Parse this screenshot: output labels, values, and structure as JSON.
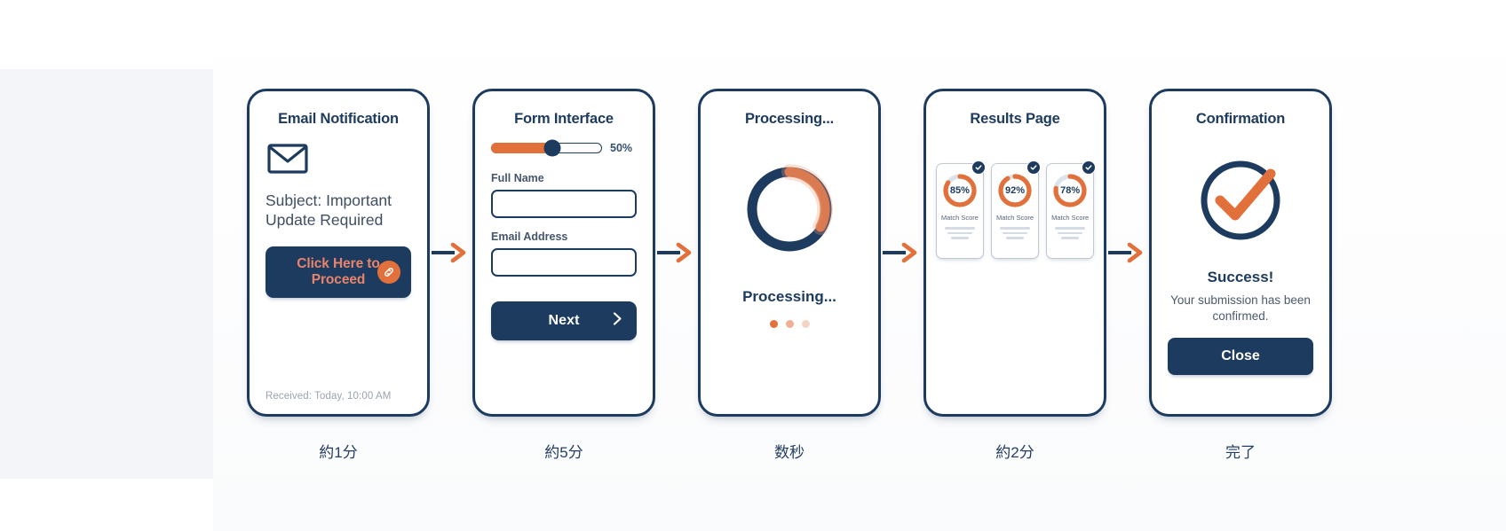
{
  "theme": {
    "navy": "#1d3a5f",
    "orange": "#e2703a",
    "salmon": "#e8846b",
    "panel_bg": "#f3f5f9",
    "page_bg": "#ffffff"
  },
  "steps": [
    {
      "title": "Email Notification",
      "duration": "約1分",
      "icon": "envelope-icon",
      "subject": "Subject: Important Update Required",
      "cta_label": "Click Here to Proceed",
      "cta_icon": "link-icon",
      "received": "Received: Today, 10:00 AM"
    },
    {
      "title": "Form Interface",
      "duration": "約5分",
      "progress_percent": "50%",
      "progress_value": 50,
      "fields": [
        {
          "label": "Full Name",
          "value": "",
          "placeholder": ""
        },
        {
          "label": "Email Address",
          "value": "",
          "placeholder": ""
        }
      ],
      "next_label": "Next",
      "next_icon": "chevron-right-icon"
    },
    {
      "title": "Processing...",
      "duration": "数秒",
      "status_text": "Processing...",
      "spinner_icon": "loading-spinner-icon",
      "dots": 3
    },
    {
      "title": "Results Page",
      "duration": "約2分",
      "results": [
        {
          "score": "85%",
          "value": 85,
          "label": "Match Score",
          "badge_icon": "check-badge-icon"
        },
        {
          "score": "92%",
          "value": 92,
          "label": "Match Score",
          "badge_icon": "check-badge-icon"
        },
        {
          "score": "78%",
          "value": 78,
          "label": "Match Score",
          "badge_icon": "check-badge-icon"
        }
      ]
    },
    {
      "title": "Confirmation",
      "duration": "完了",
      "check_icon": "success-check-circle-icon",
      "success_heading": "Success!",
      "message": "Your submission has been confirmed.",
      "close_label": "Close"
    }
  ]
}
